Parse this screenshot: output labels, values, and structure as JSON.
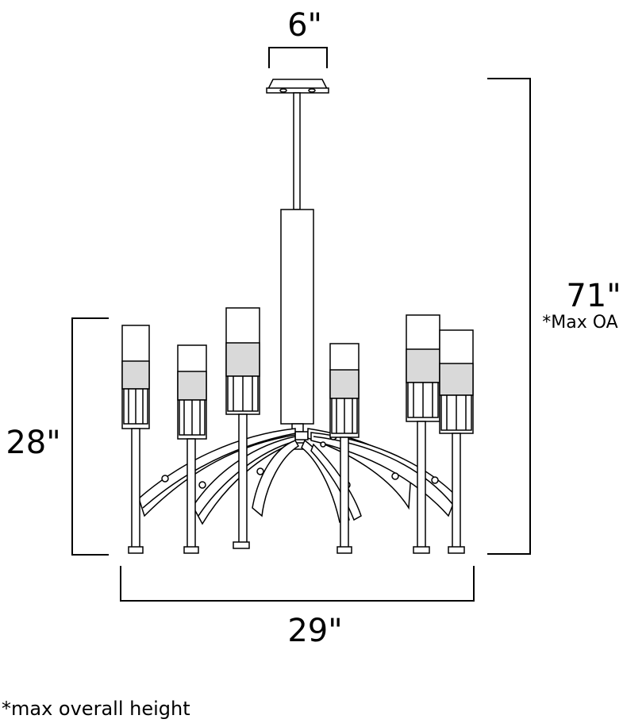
{
  "dimensions": {
    "canopy_width": "6\"",
    "overall_height": "71\"",
    "overall_height_note": "*Max OA",
    "fixture_height": "28\"",
    "fixture_width": "29\""
  },
  "footnote": "*max overall height"
}
